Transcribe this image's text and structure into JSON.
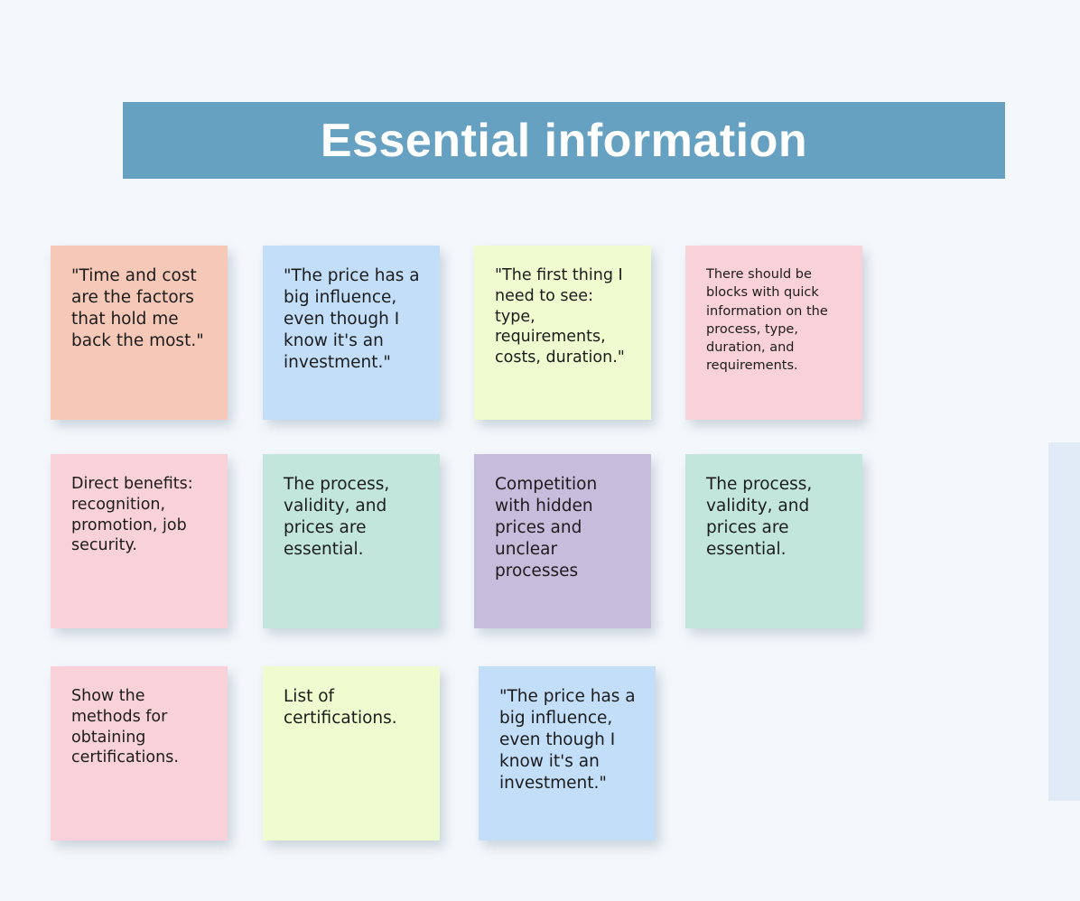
{
  "board": {
    "title": "Essential information",
    "colors": {
      "background": "#f4f8fc",
      "banner": "#67a1c2",
      "side_panel": "#e1ebf8"
    }
  },
  "notes": [
    {
      "text": "\"Time and cost are the factors that hold me back the most.\"",
      "color": "#f5c8b8"
    },
    {
      "text": "\"The price has a big influence, even though I know it's an investment.\"",
      "color": "#c2def9"
    },
    {
      "text": "\"The first thing I need to see: type, requirements, costs, duration.\"",
      "color": "#eefccf"
    },
    {
      "text": "There should be blocks with quick information on the process, type, duration, and requirements.",
      "color": "#f8d2d8"
    },
    {
      "text": "Direct benefits: recognition, promotion, job security.",
      "color": "#f8d2d8"
    },
    {
      "text": "The process, validity, and prices are essential.",
      "color": "#c2e6dc"
    },
    {
      "text": "Competition with hidden prices and unclear processes",
      "color": "#c6bcdc"
    },
    {
      "text": "The process, validity, and prices are essential.",
      "color": "#c2e6dc"
    },
    {
      "text": "Show the methods for obtaining certifications.",
      "color": "#f8d2d8"
    },
    {
      "text": "List of certifications.",
      "color": "#eefccf"
    },
    {
      "text": "\"The price has a big influence, even though I know it's an investment.\"",
      "color": "#c2def9"
    }
  ]
}
